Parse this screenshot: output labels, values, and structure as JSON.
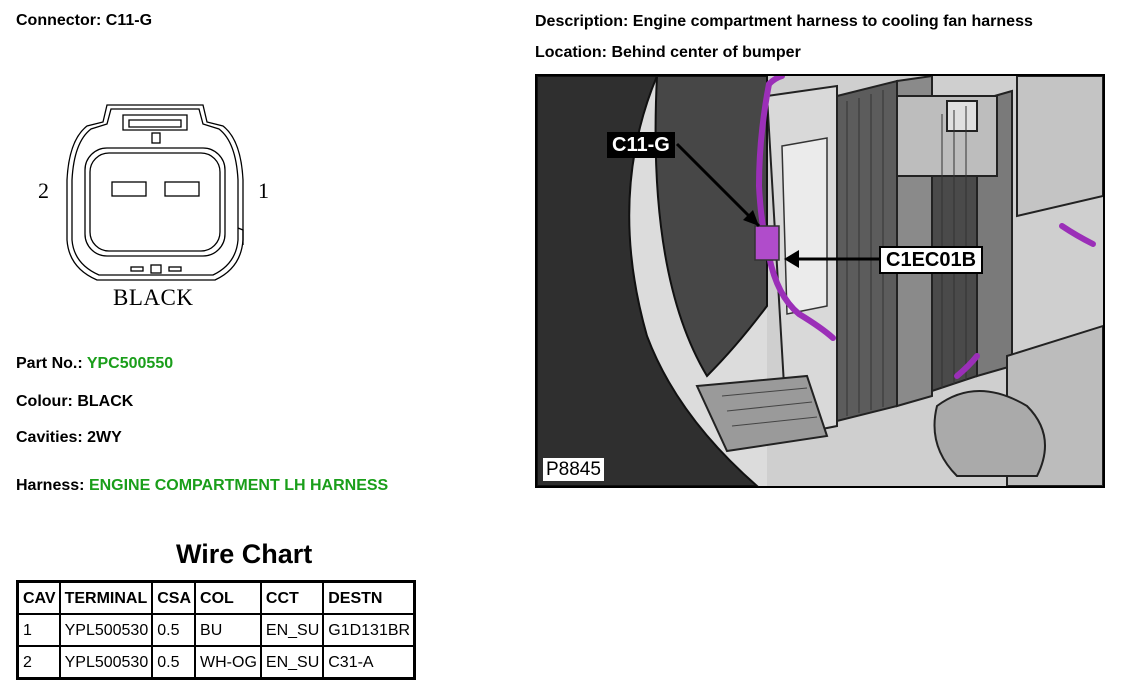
{
  "connector": {
    "label": "Connector:",
    "value": "C11-G"
  },
  "description": {
    "label": "Description:",
    "value": "Engine compartment harness to cooling fan harness"
  },
  "location": {
    "label": "Location:",
    "value": "Behind center of bumper"
  },
  "diagram": {
    "pin_left": "2",
    "pin_right": "1",
    "colour_label": "BLACK"
  },
  "part_no": {
    "label": "Part No.:",
    "value": "YPC500550"
  },
  "colour": {
    "label": "Colour:",
    "value": "BLACK"
  },
  "cavities": {
    "label": "Cavities:",
    "value": "2WY"
  },
  "harness": {
    "label": "Harness:",
    "value": "ENGINE COMPARTMENT LH HARNESS"
  },
  "wire_chart": {
    "title": "Wire Chart",
    "headers": [
      "CAV",
      "TERMINAL",
      "CSA",
      "COL",
      "CCT",
      "DESTN"
    ],
    "rows": [
      [
        "1",
        "YPL500530",
        "0.5",
        "BU",
        "EN_SU",
        "G1D131BR"
      ],
      [
        "2",
        "YPL500530",
        "0.5",
        "WH-OG",
        "EN_SU",
        "C31-A"
      ]
    ]
  },
  "photo": {
    "callout_connector": "C11-G",
    "callout_mate": "C1EC01B",
    "ref": "P8845"
  },
  "colors": {
    "link_green": "#1a9e1a",
    "harness_purple": "#9b2fb8"
  }
}
